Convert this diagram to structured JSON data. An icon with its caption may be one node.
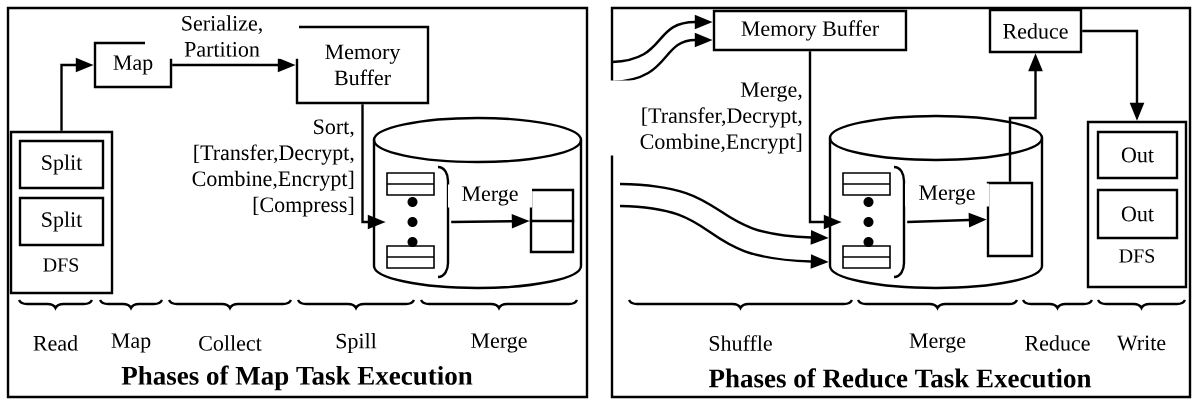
{
  "diagram": {
    "nodes": [
      {
        "text": [
          "Phases of Map Task Execution"
        ]
      },
      {
        "text": [
          "DFS"
        ],
        "in": 0
      },
      {
        "text": [
          "Split"
        ],
        "in": 1
      },
      {
        "text": [
          "Split"
        ],
        "in": 1
      },
      {
        "text": [
          "Map"
        ],
        "in": 0
      },
      {
        "text": [
          "Memory Buffer"
        ],
        "in": 0
      },
      {
        "text": [],
        "shape": "cylinder",
        "in": 0
      },
      {
        "text": [],
        "shape": "stack",
        "in": 6
      },
      {
        "text": [],
        "shape": "box",
        "in": 6
      },
      {
        "text": [
          "Phases of Reduce Task Execution"
        ]
      },
      {
        "text": [
          "Memory Buffer"
        ],
        "in": 9
      },
      {
        "text": [
          "Reduce"
        ],
        "in": 9
      },
      {
        "text": [],
        "shape": "cylinder",
        "in": 9
      },
      {
        "text": [],
        "shape": "stack",
        "in": 12
      },
      {
        "text": [],
        "shape": "box",
        "in": 12
      },
      {
        "text": [
          "DFS"
        ],
        "in": 9
      },
      {
        "text": [
          "Out"
        ],
        "in": 15
      },
      {
        "text": [
          "Out"
        ],
        "in": 15
      }
    ],
    "edges": [
      {
        "from": 1,
        "to": 4,
        "arrow": "to"
      },
      {
        "from": 4,
        "to": 5,
        "arrow": "to",
        "label": "Serialize, Partition"
      },
      {
        "from": 5,
        "to": 7,
        "arrow": "to",
        "label": "Sort, [Transfer,Decrypt, Combine,Encrypt] [Compress]"
      },
      {
        "from": 7,
        "to": 8,
        "arrow": "to",
        "label": "Merge"
      },
      {
        "from": null,
        "to": 10,
        "arrow": "to"
      },
      {
        "from": null,
        "to": 10,
        "arrow": "to"
      },
      {
        "from": 10,
        "to": 13,
        "arrow": "to",
        "label": "Merge, [Transfer,Decrypt, Combine,Encrypt]"
      },
      {
        "from": null,
        "to": 12,
        "arrow": "to"
      },
      {
        "from": null,
        "to": 12,
        "arrow": "to"
      },
      {
        "from": 13,
        "to": 14,
        "arrow": "to",
        "label": "Merge"
      },
      {
        "from": 14,
        "to": 11,
        "arrow": "to"
      },
      {
        "from": 11,
        "to": 15,
        "arrow": "to"
      }
    ],
    "labels": [
      "Read",
      "Map",
      "Collect",
      "Spill",
      "Merge",
      "Shuffle",
      "Merge",
      "Reduce",
      "Write"
    ]
  }
}
